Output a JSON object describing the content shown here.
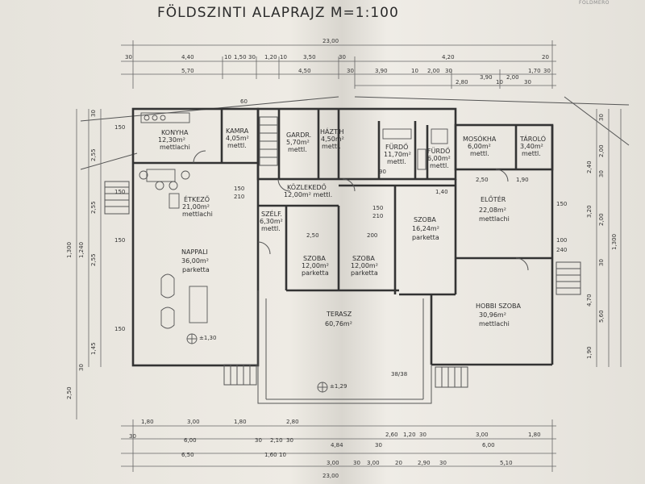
{
  "title": "FÖLDSZINTI  ALAPRAJZ  M=1:100",
  "stamp": "FÖLDMÉRŐ",
  "rooms": [
    {
      "id": "konyha",
      "lines": [
        "KONYHA",
        "12,30m²",
        "mettlachi"
      ]
    },
    {
      "id": "kamra",
      "lines": [
        "KAMRA",
        "4,05m²",
        "mettl."
      ]
    },
    {
      "id": "gardr",
      "lines": [
        "GARDR.",
        "5,70m²",
        "mettl."
      ]
    },
    {
      "id": "hazt",
      "lines": [
        "HÁZT.H",
        "4,50m²",
        "mettl."
      ]
    },
    {
      "id": "furdo1",
      "lines": [
        "FÜRDŐ",
        "11,70m²",
        "mettl."
      ]
    },
    {
      "id": "furdo2",
      "lines": [
        "FÜRDŐ",
        "6,00m²",
        "mettl."
      ]
    },
    {
      "id": "mosokha",
      "lines": [
        "MOSÓKHA",
        "6,00m²",
        "mettl."
      ]
    },
    {
      "id": "tarolo",
      "lines": [
        "TÁROLÓ",
        "3,40m²",
        "mettl."
      ]
    },
    {
      "id": "etkezo",
      "lines": [
        "ÉTKEZŐ",
        "21,00m²",
        "mettlachi"
      ]
    },
    {
      "id": "kozlekedo",
      "lines": [
        "KÖZLEKEDŐ",
        "12,00m² mettl."
      ]
    },
    {
      "id": "szelf",
      "lines": [
        "SZÉLF.",
        "6,30m²",
        "mettl."
      ]
    },
    {
      "id": "eloter",
      "lines": [
        "ELŐTÉR",
        "22,08m²",
        "mettlachi"
      ]
    },
    {
      "id": "szoba1",
      "lines": [
        "SZOBA",
        "16,24m²",
        "parketta"
      ]
    },
    {
      "id": "nappali",
      "lines": [
        "NAPPALI",
        "36,00m²",
        "parketta"
      ]
    },
    {
      "id": "szoba2",
      "lines": [
        "SZOBA",
        "12,00m²",
        "parketta"
      ]
    },
    {
      "id": "szoba3",
      "lines": [
        "SZOBA",
        "12,00m²",
        "parketta"
      ]
    },
    {
      "id": "terasz",
      "lines": [
        "TERASZ",
        "60,76m²"
      ]
    },
    {
      "id": "hobbi",
      "lines": [
        "HOBBI SZOBA",
        "30,96m²",
        "mettlachi"
      ]
    }
  ],
  "levels": [
    "±1,30",
    "±1,29"
  ],
  "dims_top_row1": [
    "23,00"
  ],
  "dims_top_row2": [
    "30",
    "4,40",
    "10",
    "1,50",
    "30",
    "1,20",
    "10",
    "3,50",
    "30",
    "4,20",
    "20"
  ],
  "dims_top_row3": [
    "5,70",
    "4,50",
    "30",
    "3,90",
    "10",
    "2,00",
    "30",
    "1,70",
    "30"
  ],
  "dims_top_row4": [
    "2,80",
    "3,90",
    "10",
    "2,00",
    "30"
  ],
  "dims_bottom_row1": [
    "1,80",
    "3,00",
    "1,80",
    "2,80",
    "2,60",
    "1,20",
    "30",
    "3,00"
  ],
  "dims_bottom_row2": [
    "30",
    "6,00",
    "30",
    "2,10",
    "30",
    "4,84",
    "30",
    "6,00",
    "1,80"
  ],
  "dims_bottom_row3": [
    "6,50",
    "1,60",
    "10",
    "3,00",
    "30",
    "3,00",
    "20",
    "2,90",
    "30",
    "5,10"
  ],
  "dims_bottom_row4": [
    "23,00"
  ],
  "dims_left": [
    "30",
    "150",
    "2,55",
    "150",
    "2,55",
    "150",
    "2,55",
    "150",
    "1,45",
    "1,240",
    "1,300",
    "2,50",
    "30"
  ],
  "dims_right": [
    "30",
    "2,00",
    "30",
    "2,00",
    "2,40",
    "30",
    "3,20",
    "1,300",
    "4,70",
    "5,60",
    "1,90"
  ],
  "dims_inner": [
    "150",
    "210",
    "150",
    "210",
    "2,50",
    "200",
    "1,40",
    "2,50",
    "1,90",
    "60",
    "90",
    "100",
    "240",
    "150",
    "38/38"
  ]
}
